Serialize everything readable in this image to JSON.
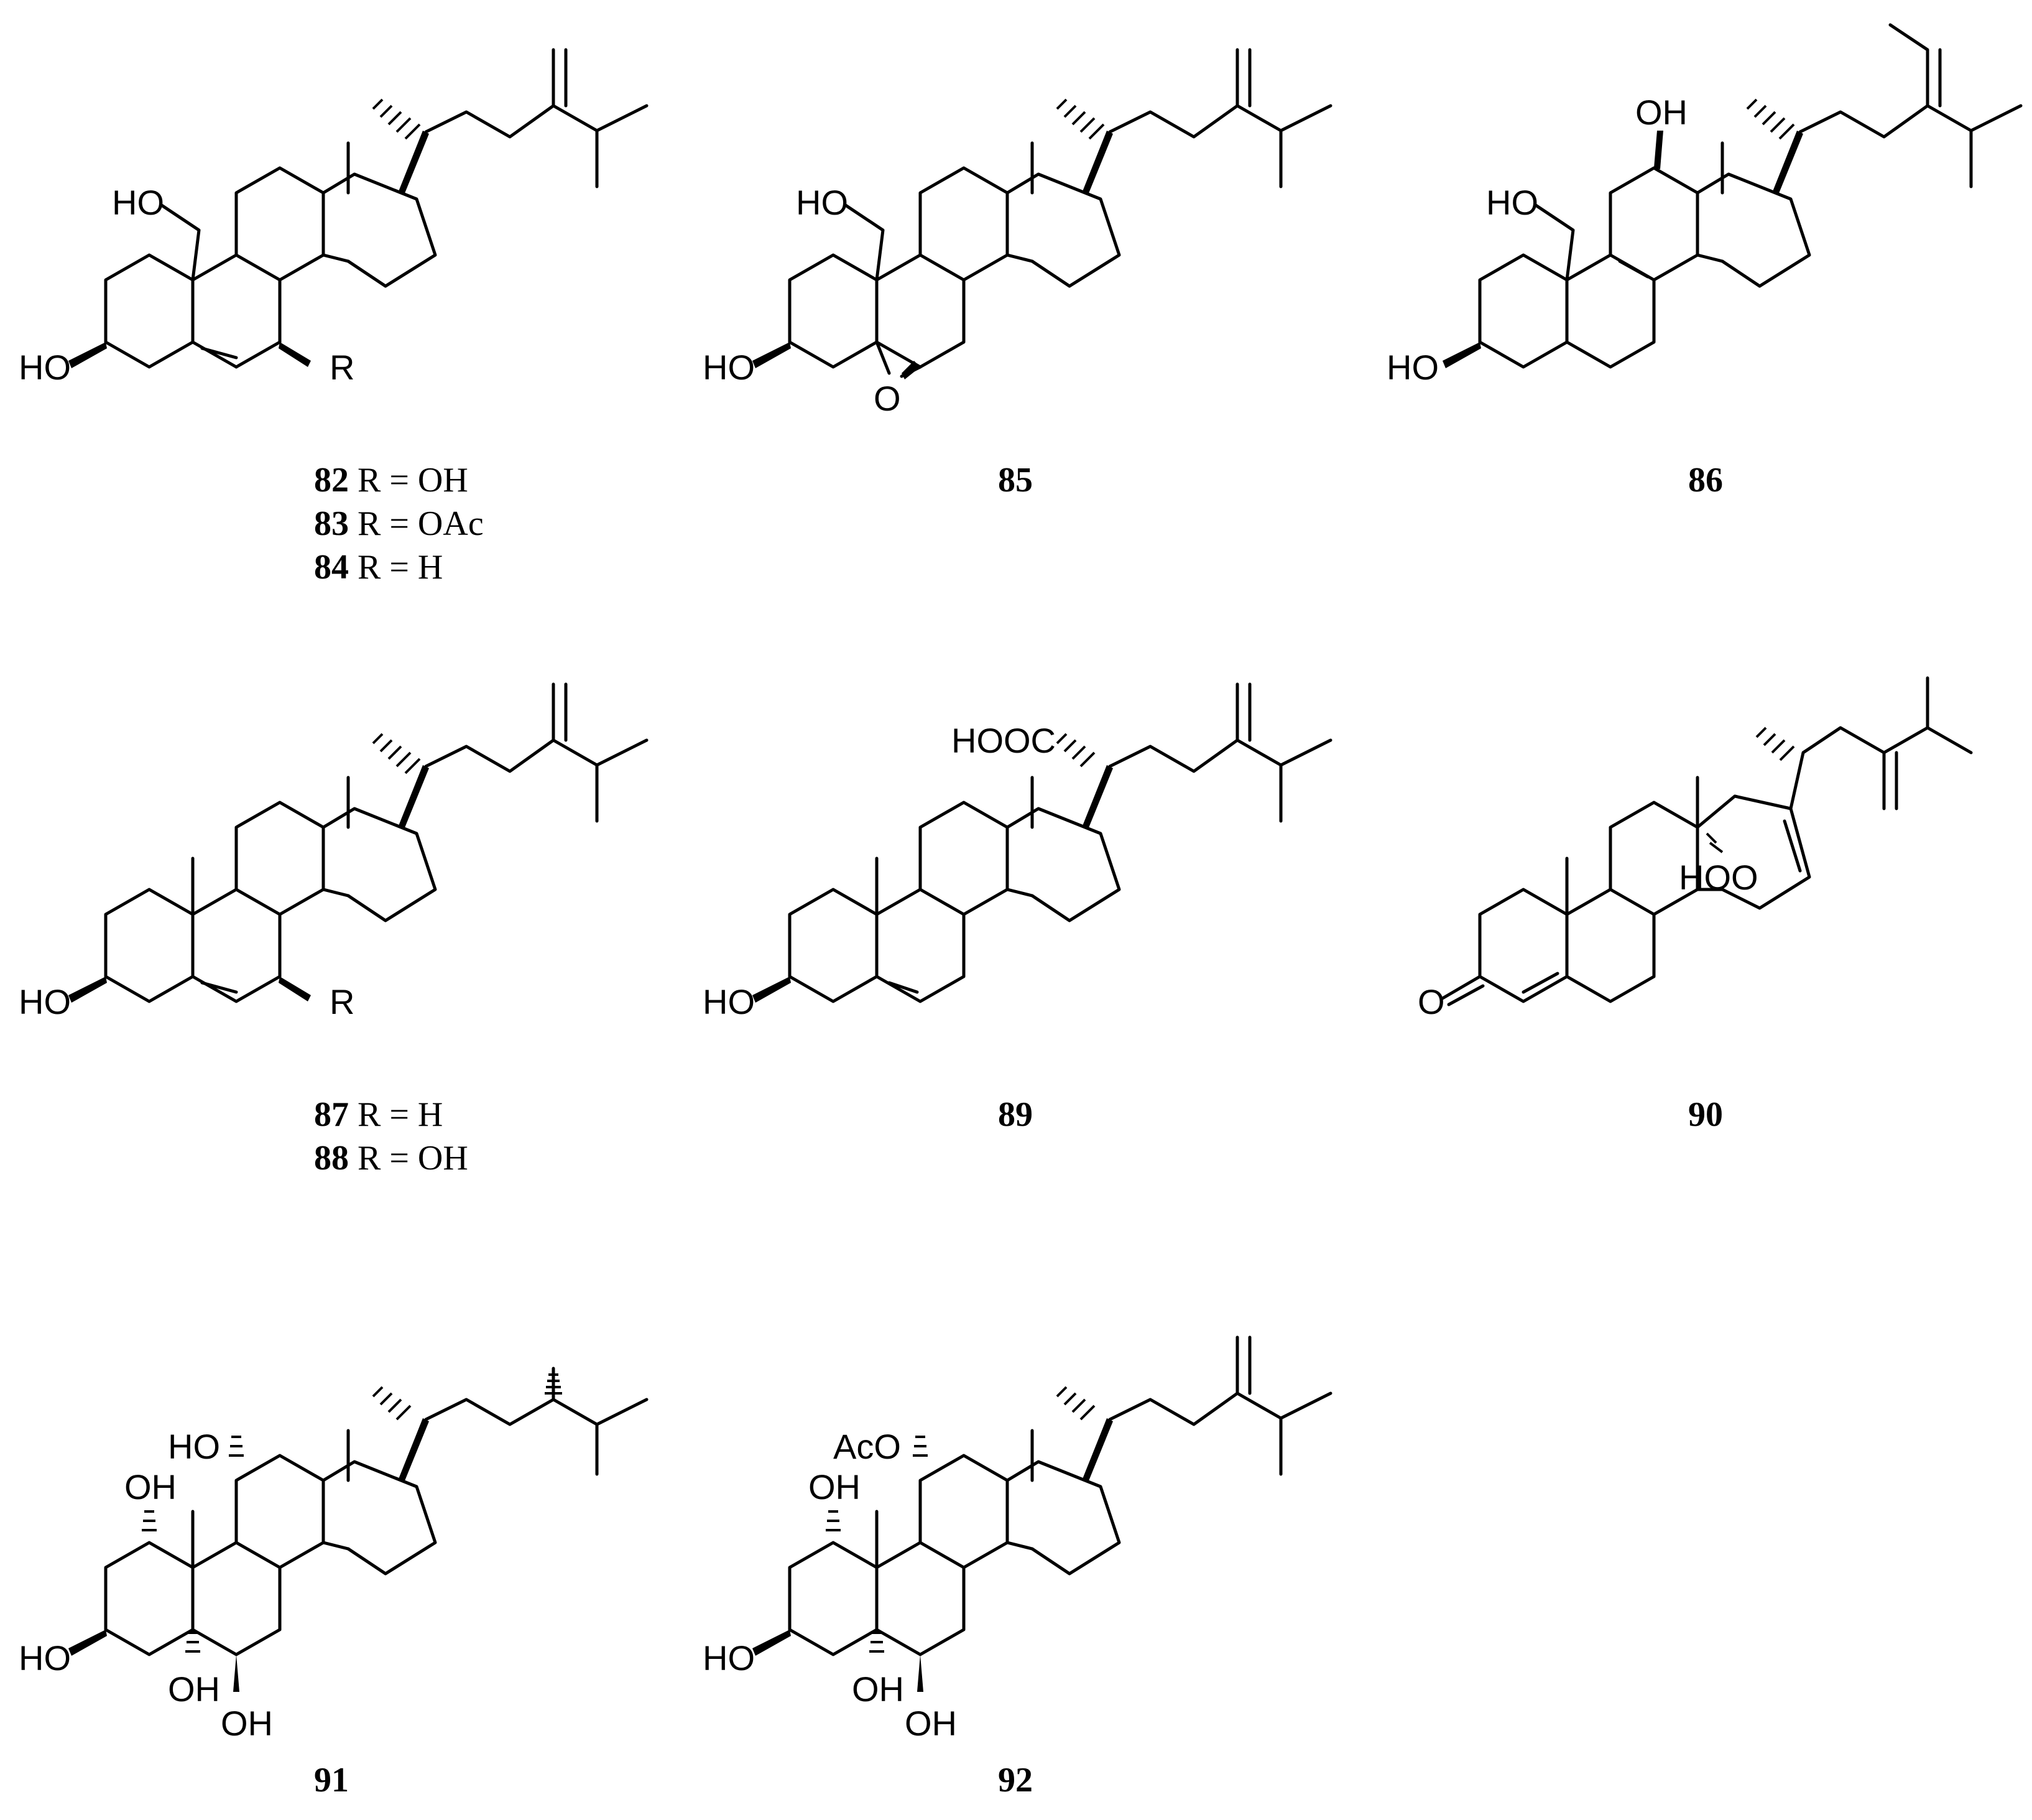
{
  "figure": {
    "structures": [
      {
        "id": "s82",
        "captions": [
          {
            "number": "82",
            "text": " R = OH"
          },
          {
            "number": "83",
            "text": " R = OAc"
          },
          {
            "number": "84",
            "text": " R = H"
          }
        ],
        "atom_labels": [
          "HO",
          "HO",
          "R"
        ]
      },
      {
        "id": "s85",
        "captions": [
          {
            "number": "85",
            "text": ""
          }
        ],
        "atom_labels": [
          "HO",
          "HO",
          "O"
        ]
      },
      {
        "id": "s86",
        "captions": [
          {
            "number": "86",
            "text": ""
          }
        ],
        "atom_labels": [
          "OH",
          "HO",
          "HO"
        ]
      },
      {
        "id": "s87",
        "captions": [
          {
            "number": "87",
            "text": " R = H"
          },
          {
            "number": "88",
            "text": " R = OH"
          }
        ],
        "atom_labels": [
          "HO",
          "R"
        ]
      },
      {
        "id": "s89",
        "captions": [
          {
            "number": "89",
            "text": ""
          }
        ],
        "atom_labels": [
          "HOOC",
          "HO"
        ]
      },
      {
        "id": "s90",
        "captions": [
          {
            "number": "90",
            "text": ""
          }
        ],
        "atom_labels": [
          "HOO",
          "O"
        ]
      },
      {
        "id": "s91",
        "captions": [
          {
            "number": "91",
            "text": ""
          }
        ],
        "atom_labels": [
          "HO",
          "OH",
          "HO",
          "OH",
          "OH"
        ]
      },
      {
        "id": "s92",
        "captions": [
          {
            "number": "92",
            "text": ""
          }
        ],
        "atom_labels": [
          "AcO",
          "OH",
          "HO",
          "OH",
          "OH"
        ]
      }
    ]
  }
}
